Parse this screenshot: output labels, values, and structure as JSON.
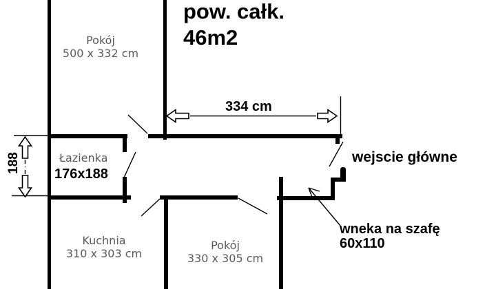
{
  "plan": {
    "title": {
      "line1": "pow. całk.",
      "line2": "46m2"
    },
    "rooms": [
      {
        "name": "Pokój",
        "dims": "500 x 332 cm"
      },
      {
        "name": "Łazienka",
        "dims": "176x188"
      },
      {
        "name": "Kuchnia",
        "dims": "310 x 303 cm"
      },
      {
        "name": "Pokój",
        "dims": "330 x 305 cm"
      }
    ],
    "dimensions": {
      "hallway_width": "334 cm",
      "bathroom_depth": "188"
    },
    "annotations": {
      "entrance": "wejscie główne",
      "niche_line1": "wneka na szafę",
      "niche_line2": "60x110"
    },
    "colors": {
      "wall": "#000000",
      "room_label_gray": "#5a5a5a",
      "annotation_black": "#000000",
      "background": "#ffffff"
    }
  }
}
